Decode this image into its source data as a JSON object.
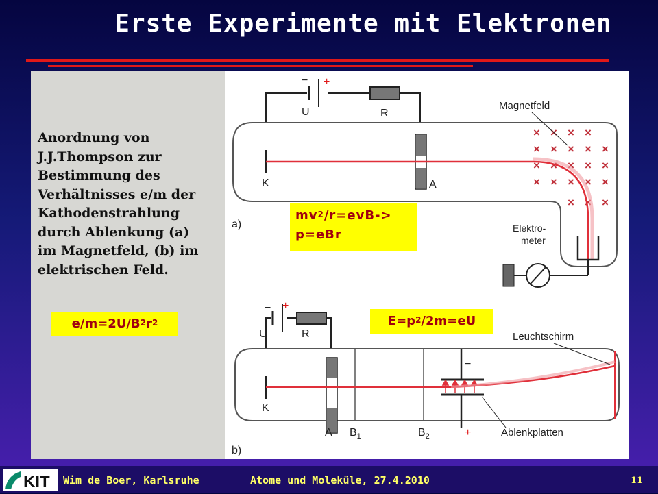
{
  "slide": {
    "title": "Erste Experimente mit Elektronen",
    "description_lines": [
      "Anordnung von",
      "J.J.Thompson zur",
      "Bestimmung des",
      "Verhältnisses e/m der",
      "Kathodenstrahlung",
      "durch Ablenkung (a)",
      "im Magnetfeld, (b) im",
      "elektrischen Feld."
    ],
    "formula_em": {
      "base": "e/m=2U/B",
      "exp1": "2",
      "mid": "r",
      "exp2": "2"
    },
    "formula_p": {
      "line1_a": "mv",
      "line1_exp": "2",
      "line1_b": "/r=evB->",
      "line2": "p=eBr"
    },
    "formula_e": {
      "a": "E=p",
      "exp": "2",
      "b": "/2m=eU"
    }
  },
  "diagram": {
    "labels": {
      "minus": "−",
      "plus": "+",
      "u": "U",
      "r": "R",
      "k": "K",
      "a": "A",
      "part_a": "a)",
      "part_b": "b)",
      "magnetfeld": "Magnetfeld",
      "elektro": "Elektro-",
      "meter": "meter",
      "leuchtschirm": "Leuchtschirm",
      "b1": "B",
      "b1_sub": "1",
      "b2": "B",
      "b2_sub": "2",
      "ablenkplatten": "Ablenkplatten",
      "cross": "×"
    },
    "colors": {
      "beam": "#e0303a",
      "accent": "#e01818"
    }
  },
  "footer": {
    "author": "Wim de Boer, Karlsruhe",
    "course": "Atome und Moleküle, 27.4.2010",
    "page": "11",
    "logo_text": "KIT"
  }
}
